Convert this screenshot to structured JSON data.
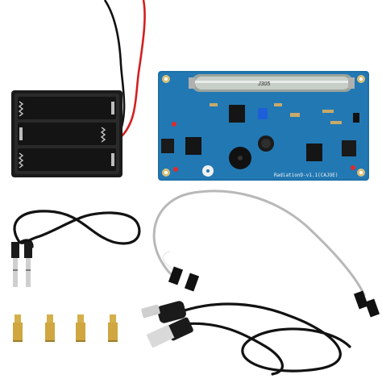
{
  "scene": {
    "pcb": {
      "silkscreen_label": "RadiationD-v1.1(CAJOE)",
      "tube_print": "J305"
    },
    "colors": {
      "pcb": "#1f6fa8",
      "battery_holder": "#1e1e1e",
      "wire_red": "#d32020",
      "wire_black": "#111111",
      "cable_black": "#121212",
      "jumper_gray": "#b8b8b8",
      "brass": "#d4b04a"
    },
    "items": [
      {
        "name": "battery-holder",
        "desc": "3xAA battery holder"
      },
      {
        "name": "geiger-counter-board",
        "desc": "PCB with GM tube"
      },
      {
        "name": "audio-cable",
        "desc": "3.5mm audio cable"
      },
      {
        "name": "jumper-wire",
        "desc": "dupont jumper wire"
      },
      {
        "name": "usb-dc-cable",
        "desc": "USB to DC cable"
      },
      {
        "name": "brass-standoffs",
        "desc": "4 brass standoffs"
      }
    ]
  }
}
